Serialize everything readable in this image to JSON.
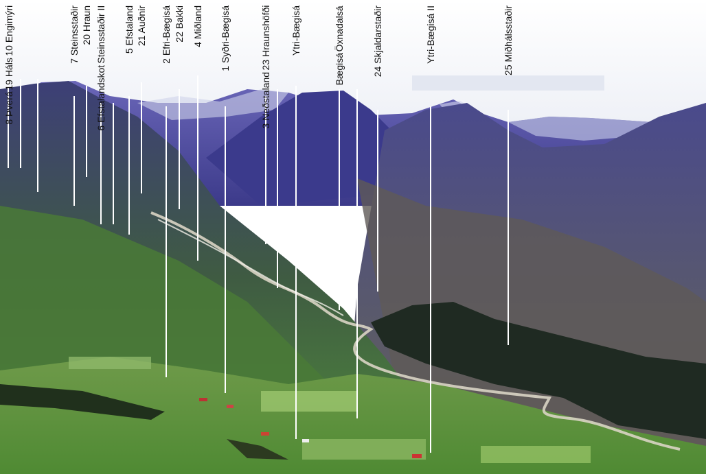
{
  "labels": [
    {
      "name": "label-8-bvera",
      "lines": [
        "8 Þverá",
        "19 Háls",
        "10 Engimýri"
      ]
    },
    {
      "name": "label-7-steinsstadir",
      "lines": [
        "7 Steinsstaðir"
      ]
    },
    {
      "name": "label-20-hraun",
      "lines": [
        "20 Hraun"
      ]
    },
    {
      "name": "label-6-efstalandskot",
      "lines": [
        "6 Efstalandskot",
        "Steinsstaðir II"
      ]
    },
    {
      "name": "label-5-efstaland",
      "lines": [
        "5 Efstaland"
      ]
    },
    {
      "name": "label-21-audnir",
      "lines": [
        "21 Auðnir"
      ]
    },
    {
      "name": "label-2-efri-baegisa",
      "lines": [
        "2 Efri-Bægisá"
      ]
    },
    {
      "name": "label-22-bakki",
      "lines": [
        "22 Bakki"
      ]
    },
    {
      "name": "label-4-midland",
      "lines": [
        "4 Miðland"
      ]
    },
    {
      "name": "label-1-sydri-baegisa",
      "lines": [
        "1 Syðri-Bægisá"
      ]
    },
    {
      "name": "label-3-nedstaland",
      "lines": [
        "3 Neðstaland",
        "23 Hraunshöfði"
      ]
    },
    {
      "name": "label-ytri-baegisa",
      "lines": [
        "Ytri-Bægisá"
      ]
    },
    {
      "name": "label-baegisa",
      "lines": [
        "Bægisá",
        "Öxnadalsá"
      ]
    },
    {
      "name": "label-24-skjaldarstadir",
      "lines": [
        "24 Skjaldarstaðir"
      ]
    },
    {
      "name": "label-ytri-baegisa-ii",
      "lines": [
        "Ytri-Bægisá II"
      ]
    },
    {
      "name": "label-25-midhalsstadir",
      "lines": [
        "25 Miðhálsstaðir"
      ]
    }
  ]
}
